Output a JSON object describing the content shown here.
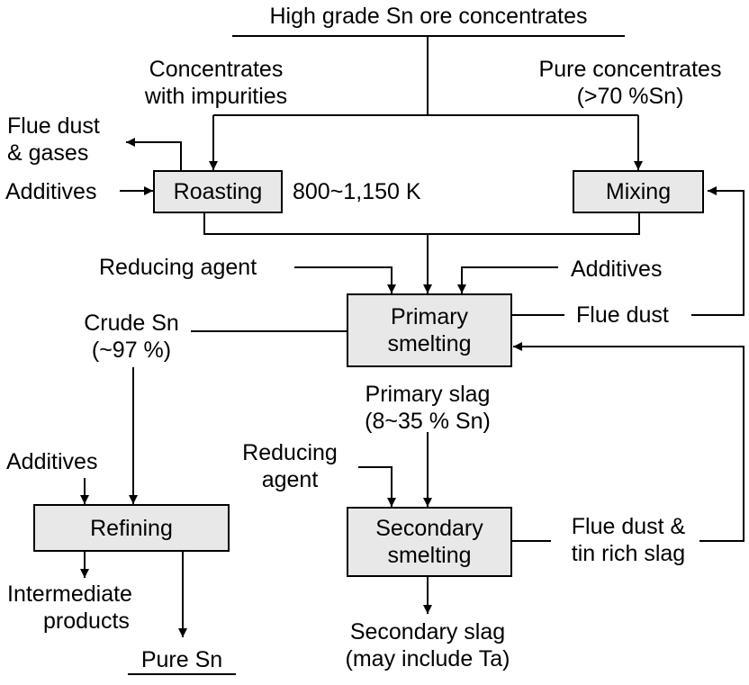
{
  "title": "High grade Sn ore concentrates",
  "boxes": {
    "roasting": "Roasting",
    "mixing": "Mixing",
    "primary_smelting_1": "Primary",
    "primary_smelting_2": "smelting",
    "refining": "Refining",
    "secondary_smelting_1": "Secondary",
    "secondary_smelting_2": "smelting"
  },
  "labels": {
    "concentrates_impurities_1": "Concentrates",
    "concentrates_impurities_2": "with impurities",
    "pure_concentrates_1": "Pure concentrates",
    "pure_concentrates_2": "(>70 %Sn)",
    "flue_dust_gases_1": "Flue dust",
    "flue_dust_gases_2": "& gases",
    "additives_roasting": "Additives",
    "roasting_temp": "800~1,150 K",
    "reducing_agent_primary": "Reducing agent",
    "additives_primary": "Additives",
    "flue_dust_primary": "Flue dust",
    "crude_sn_1": "Crude Sn",
    "crude_sn_2": "(~97 %)",
    "primary_slag_1": "Primary slag",
    "primary_slag_2": "(8~35 % Sn)",
    "additives_refining": "Additives",
    "reducing_agent_secondary_1": "Reducing",
    "reducing_agent_secondary_2": "agent",
    "flue_dust_tin_slag_1": "Flue dust &",
    "flue_dust_tin_slag_2": "tin rich slag",
    "intermediate_products_1": "Intermediate",
    "intermediate_products_2": "products",
    "pure_sn": "Pure Sn",
    "secondary_slag_1": "Secondary slag",
    "secondary_slag_2": "(may include Ta)"
  }
}
